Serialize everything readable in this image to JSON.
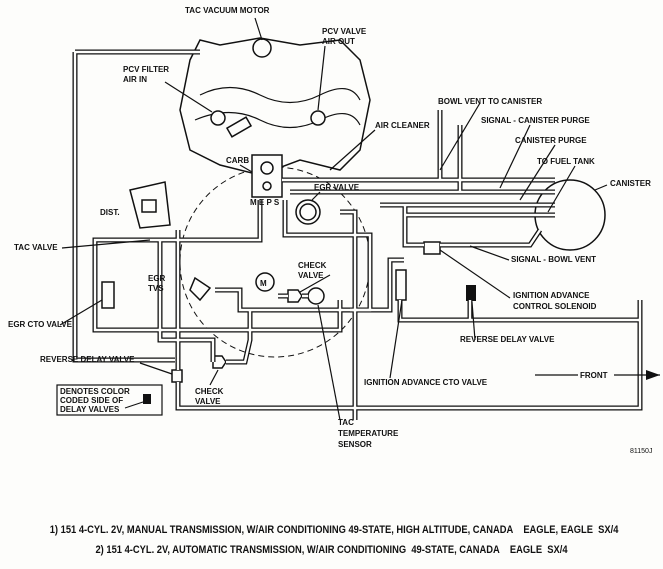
{
  "labels": {
    "tac_vacuum_motor": "TAC VACUUM MOTOR",
    "pcv_valve_1": "PCV VALVE",
    "pcv_valve_2": "AIR OUT",
    "pcv_filter_1": "PCV FILTER",
    "pcv_filter_2": "AIR IN",
    "bowl_vent_to_canister": "BOWL VENT TO CANISTER",
    "signal_canister_purge": "SIGNAL - CANISTER PURGE",
    "air_cleaner": "AIR CLEANER",
    "canister_purge": "CANISTER PURGE",
    "carb": "CARB",
    "to_fuel_tank": "TO FUEL TANK",
    "canister": "CANISTER",
    "egr_valve": "EGR VALVE",
    "carb_ports": "M E P S",
    "dist": "DIST.",
    "tac_valve": "TAC VALVE",
    "egr_tvs_1": "EGR",
    "egr_tvs_2": "TVS",
    "check_valve_upper_1": "CHECK",
    "check_valve_upper_2": "VALVE",
    "signal_bowl_vent": "SIGNAL - BOWL VENT",
    "ign_adv_solenoid_1": "IGNITION ADVANCE",
    "ign_adv_solenoid_2": "CONTROL SOLENOID",
    "egr_cto_valve": "EGR CTO VALVE",
    "reverse_delay_valve_right": "REVERSE DELAY VALVE",
    "reverse_delay_valve_left": "REVERSE DELAY VALVE",
    "ign_adv_cto_valve": "IGNITION ADVANCE CTO VALVE",
    "front": "FRONT",
    "check_valve_lower_1": "CHECK",
    "check_valve_lower_2": "VALVE",
    "legend_1": "DENOTES COLOR",
    "legend_2": "CODED SIDE OF",
    "legend_3": "DELAY VALVES",
    "tac_sensor_1": "TAC",
    "tac_sensor_2": "TEMPERATURE",
    "tac_sensor_3": "SENSOR",
    "motor_letter": "M",
    "figure_id": "81150J"
  },
  "captions": [
    "1) 151 4-CYL. 2V, MANUAL TRANSMISSION, W/AIR CONDITIONING 49-STATE, HIGH ALTITUDE, CANADA    EAGLE, EAGLE  SX/4",
    "2) 151 4-CYL. 2V, AUTOMATIC TRANSMISSION, W/AIR CONDITIONING  49-STATE, CANADA    EAGLE  SX/4"
  ]
}
